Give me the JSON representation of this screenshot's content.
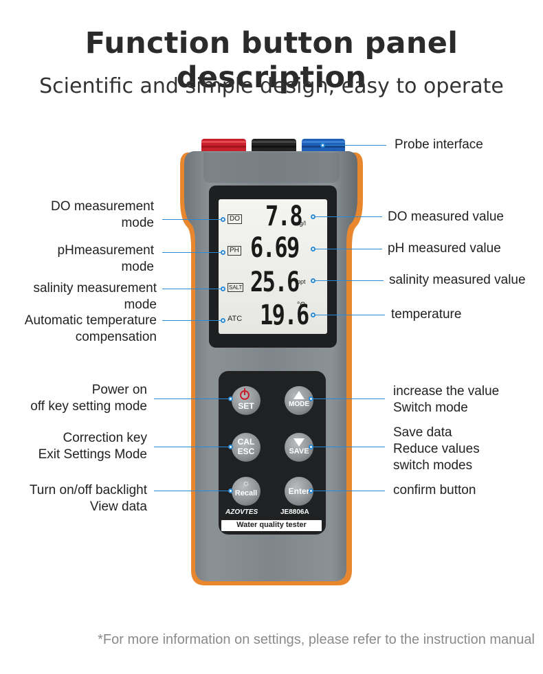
{
  "header": {
    "title": "Function button panel description",
    "subtitle": "Scientific and simple design, easy to operate"
  },
  "callouts": {
    "probe_interface": "Probe interface",
    "do_mode": [
      "DO measurement",
      "mode"
    ],
    "ph_mode": [
      "pHmeasurement",
      "mode"
    ],
    "salt_mode": [
      "salinity measurement",
      "mode"
    ],
    "atc": [
      "Automatic temperature",
      "compensation"
    ],
    "do_value": "DO measured value",
    "ph_value": "pH measured value",
    "salt_value": "salinity measured value",
    "temperature": "temperature",
    "power": [
      "Power on",
      "off key setting mode"
    ],
    "correction": [
      "Correction key",
      "Exit Settings Mode"
    ],
    "backlight": [
      "Turn on/off backlight",
      "View data"
    ],
    "increase": [
      "increase the value",
      "Switch mode"
    ],
    "save": [
      "Save data",
      "Reduce values",
      "switch modes"
    ],
    "confirm": "confirm button"
  },
  "display": {
    "do_tag": "DO",
    "ph_tag": "PH",
    "salt_tag": "SALT",
    "atc_tag": "ATC",
    "do_value": "7.8",
    "do_unit": "mg/l",
    "ph_value": "6.69",
    "salt_value": "25.6",
    "salt_unit": "ppt",
    "temp_value": "19.6",
    "temp_unit": "°C"
  },
  "keys": {
    "set": "SET",
    "mode": "MODE",
    "cal": "CAL",
    "esc": "ESC",
    "save": "SAVE",
    "recall": "Recall",
    "enter": "Enter"
  },
  "device": {
    "brand": "AZOVTES",
    "model": "JE8806A",
    "name": "Water quality tester"
  },
  "footnote": "*For more information on settings, please refer to the instruction manual",
  "colors": {
    "accent": "#2a8ad6",
    "body": "#7d8489",
    "probe_red": "#c8202a",
    "probe_black": "#222222",
    "probe_blue": "#1e5fb8",
    "trim_orange": "#e8872e"
  }
}
